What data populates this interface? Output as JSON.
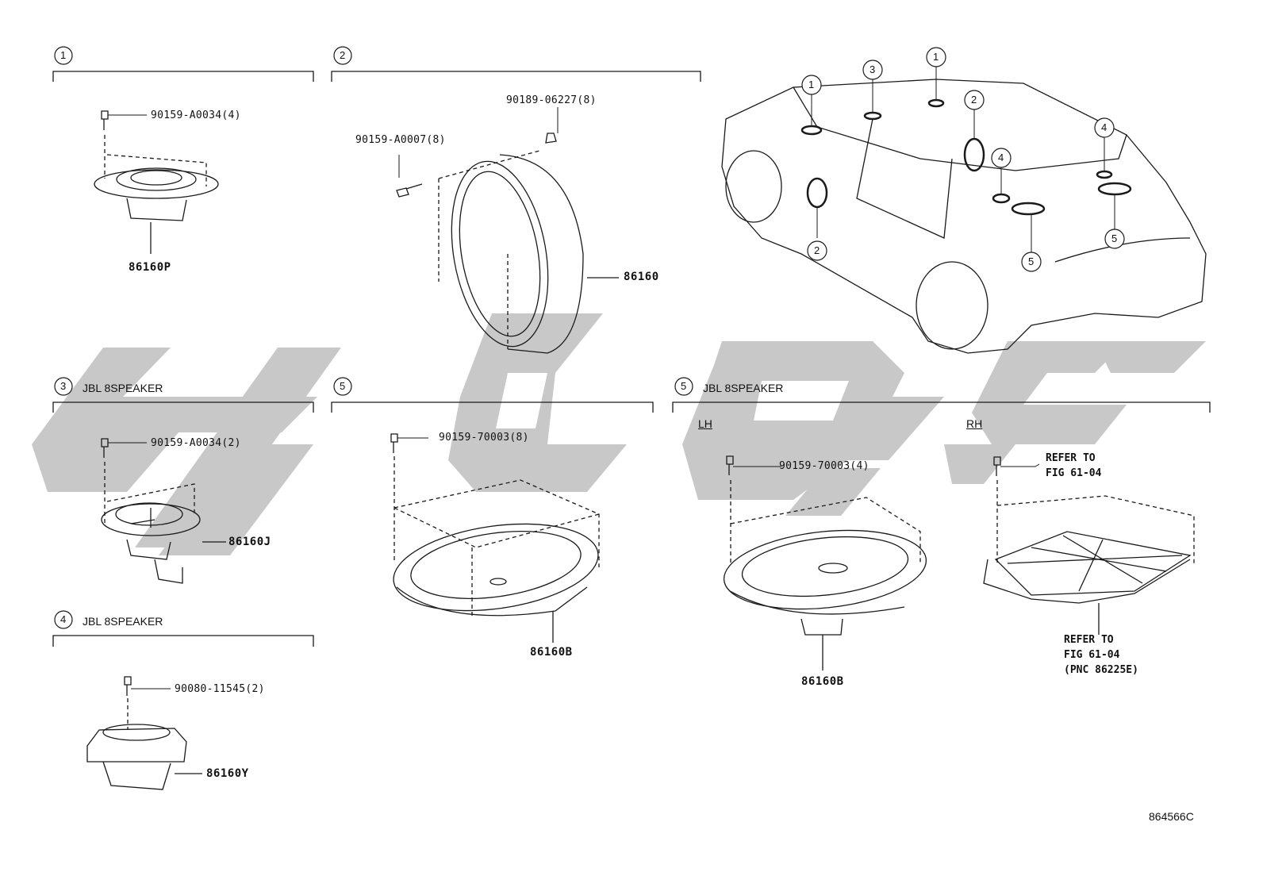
{
  "colors": {
    "line": "#1a1a1a",
    "watermark": "#c8c8c8"
  },
  "circle_numbers": [
    "1",
    "2",
    "3",
    "4",
    "5"
  ],
  "section_headers": {
    "jbl": "JBL 8SPEAKER",
    "lh": "LH",
    "rh": "RH"
  },
  "labels": {
    "s1_bolt": "90159-A0034(4)",
    "s1_part": "86160P",
    "s2_clip": "90189-06227(8)",
    "s2_bolt": "90159-A0007(8)",
    "s2_part": "86160",
    "s3_bolt": "90159-A0034(2)",
    "s3_part": "86160J",
    "s4_bolt": "90080-11545(2)",
    "s4_part": "86160Y",
    "s5_bolt": "90159-70003(8)",
    "s5_part": "86160B",
    "s5lh_bolt": "90159-70003(4)",
    "s5lh_part": "86160B",
    "s5rh_ref1_a": "REFER TO",
    "s5rh_ref1_b": "FIG 61-04",
    "s5rh_ref2_a": "REFER TO",
    "s5rh_ref2_b": "FIG 61-04",
    "s5rh_ref2_c": "(PNC 86225E)"
  },
  "figure_code": "864566C"
}
